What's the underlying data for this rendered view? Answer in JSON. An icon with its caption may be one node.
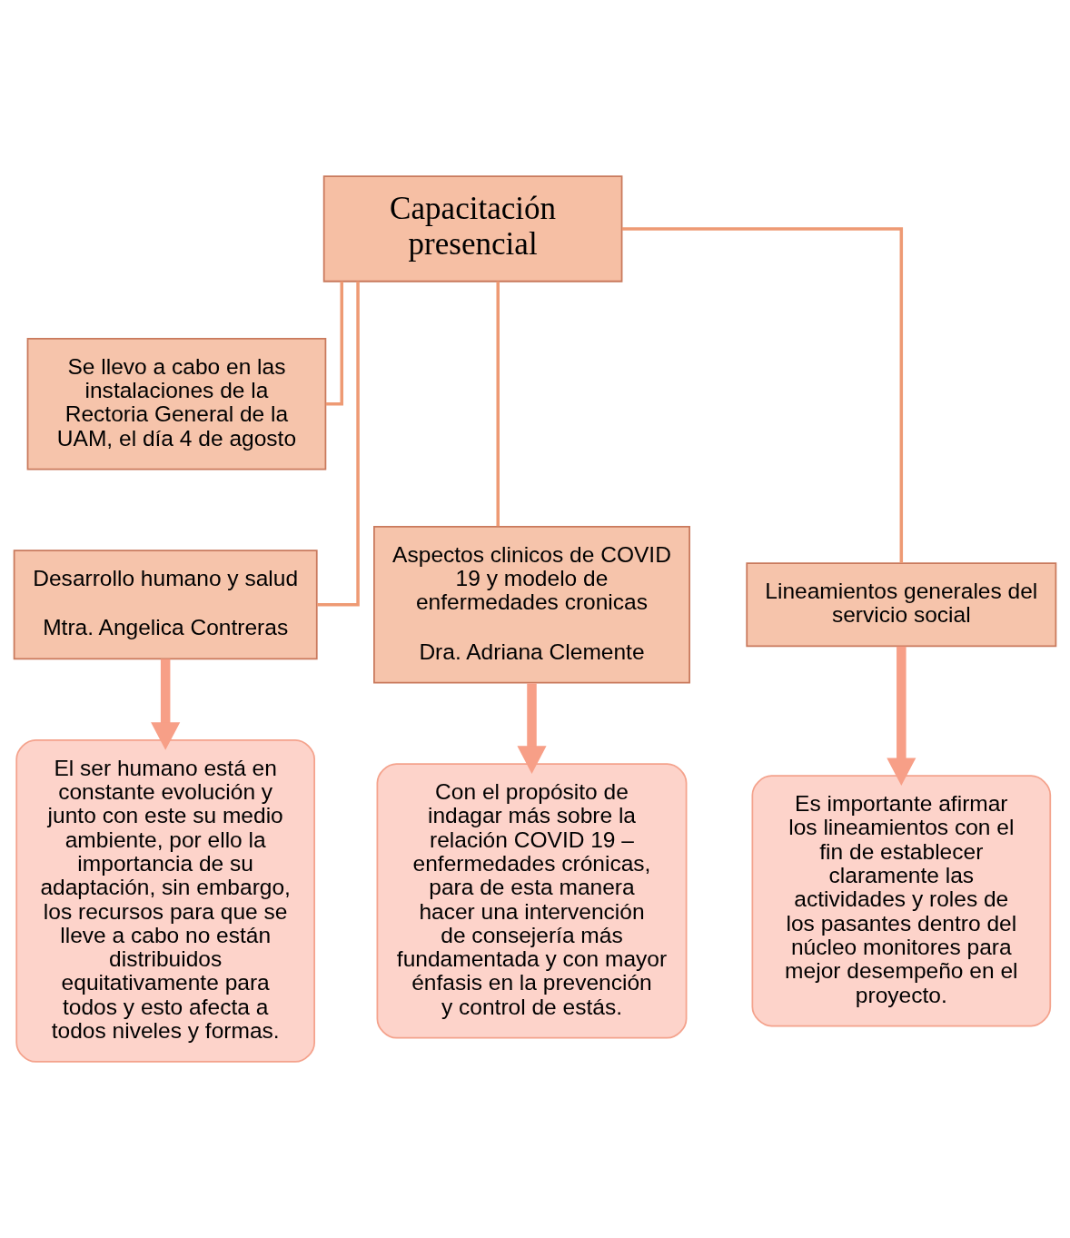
{
  "diagram": {
    "nodes": [
      {
        "text": [
          "Capacitación presencial"
        ]
      },
      {
        "text": [
          "Se llevo a cabo en las instalaciones de la Rectoria General de la UAM, el día 4 de agosto"
        ]
      },
      {
        "text": [
          "Desarrollo humano y salud",
          "Mtra. Angelica Contreras"
        ]
      },
      {
        "text": [
          "Aspectos clinicos de COVID 19 y modelo de enfermedades cronicas",
          "Dra. Adriana Clemente"
        ]
      },
      {
        "text": [
          "Lineamientos generales del servicio social"
        ]
      },
      {
        "text": [
          "El ser humano está en constante evolución y junto con este su medio ambiente, por ello la importancia de su adaptación, sin embargo, los recursos para que se lleve a cabo no están distribuidos equitativamente para todos y esto afecta a todos niveles y formas."
        ]
      },
      {
        "text": [
          "Con el propósito de indagar más sobre la relación COVID 19 – enfermedades crónicas, para de esta manera hacer una intervención de consejería más fundamentada y con mayor énfasis en la prevención y control de estás."
        ]
      },
      {
        "text": [
          "Es importante afirmar los lineamientos con el fin de establecer claramente las actividades y roles de los pasantes dentro del núcleo monitores para mejor desempeño en el proyecto."
        ]
      }
    ],
    "edges": [
      {
        "from": 0,
        "to": 1,
        "arrow": "none"
      },
      {
        "from": 0,
        "to": 2,
        "arrow": "none"
      },
      {
        "from": 0,
        "to": 3,
        "arrow": "none"
      },
      {
        "from": 0,
        "to": 4,
        "arrow": "none"
      },
      {
        "from": 2,
        "to": 5,
        "arrow": "to",
        "style": "thick",
        "color": "#f79f87"
      },
      {
        "from": 3,
        "to": 6,
        "arrow": "to",
        "style": "thick",
        "color": "#f79f87"
      },
      {
        "from": 4,
        "to": 7,
        "arrow": "to",
        "style": "thick",
        "color": "#f79f87"
      }
    ]
  }
}
